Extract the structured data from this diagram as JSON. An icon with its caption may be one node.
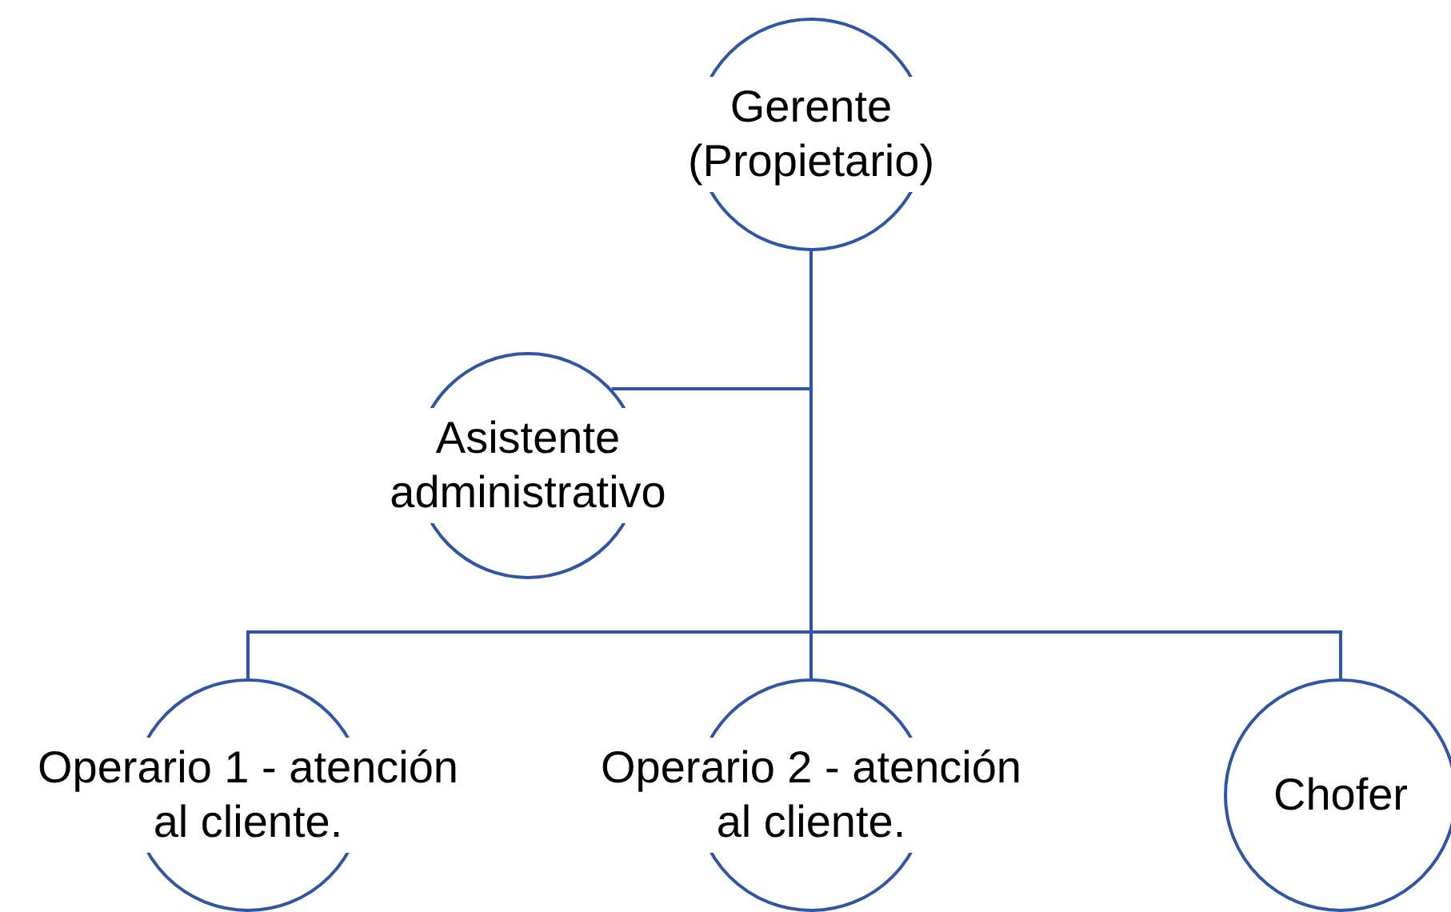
{
  "diagram": {
    "nodes": [
      {
        "text": [
          "Gerente (Propietario)"
        ]
      },
      {
        "text": [
          "Asistente administrativo"
        ]
      },
      {
        "text": [
          "Operario 1 - atención al cliente."
        ]
      },
      {
        "text": [
          "Operario 2 - atención al cliente."
        ]
      },
      {
        "text": [
          "Chofer"
        ]
      }
    ],
    "edges": [
      {
        "from": 0,
        "to": 1,
        "arrow": "none"
      },
      {
        "from": 0,
        "to": 2,
        "arrow": "none"
      },
      {
        "from": 0,
        "to": 3,
        "arrow": "none"
      },
      {
        "from": 0,
        "to": 4,
        "arrow": "none"
      }
    ]
  }
}
